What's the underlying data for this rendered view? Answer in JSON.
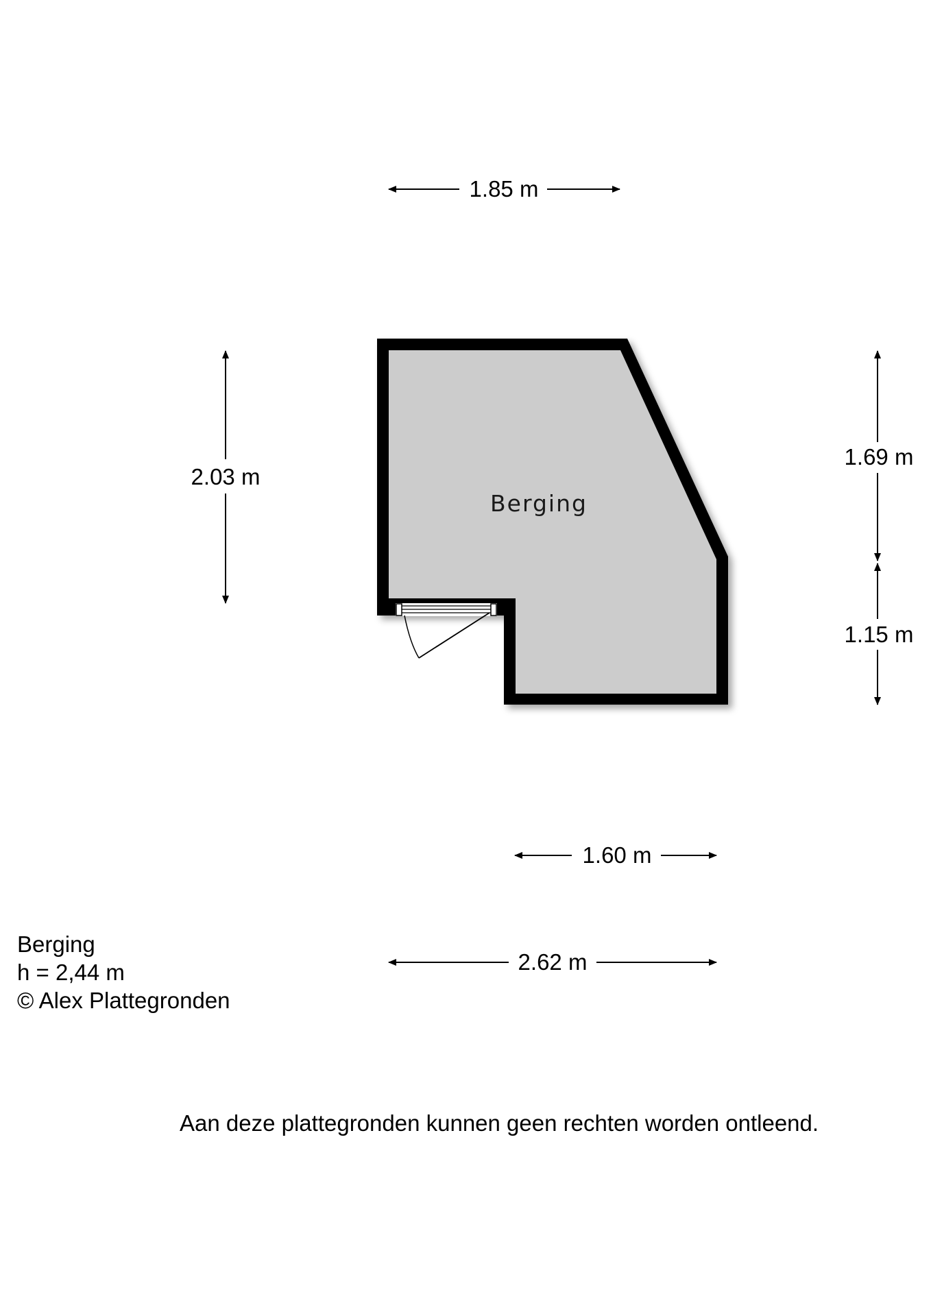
{
  "room": {
    "name": "Berging"
  },
  "dimensions": {
    "top_width": "1.85 m",
    "left_height": "2.03 m",
    "right_upper_height": "1.69 m",
    "right_lower_height": "1.15 m",
    "bottom_inner_width": "1.60 m",
    "bottom_total_width": "2.62 m"
  },
  "info": {
    "room_name": "Berging",
    "height": "h = 2,44 m",
    "copyright": "© Alex Plattegronden"
  },
  "disclaimer": "Aan deze plattegronden kunnen geen rechten worden ontleend.",
  "colors": {
    "wall": "#000000",
    "floor": "#cccccc",
    "background": "#ffffff"
  }
}
